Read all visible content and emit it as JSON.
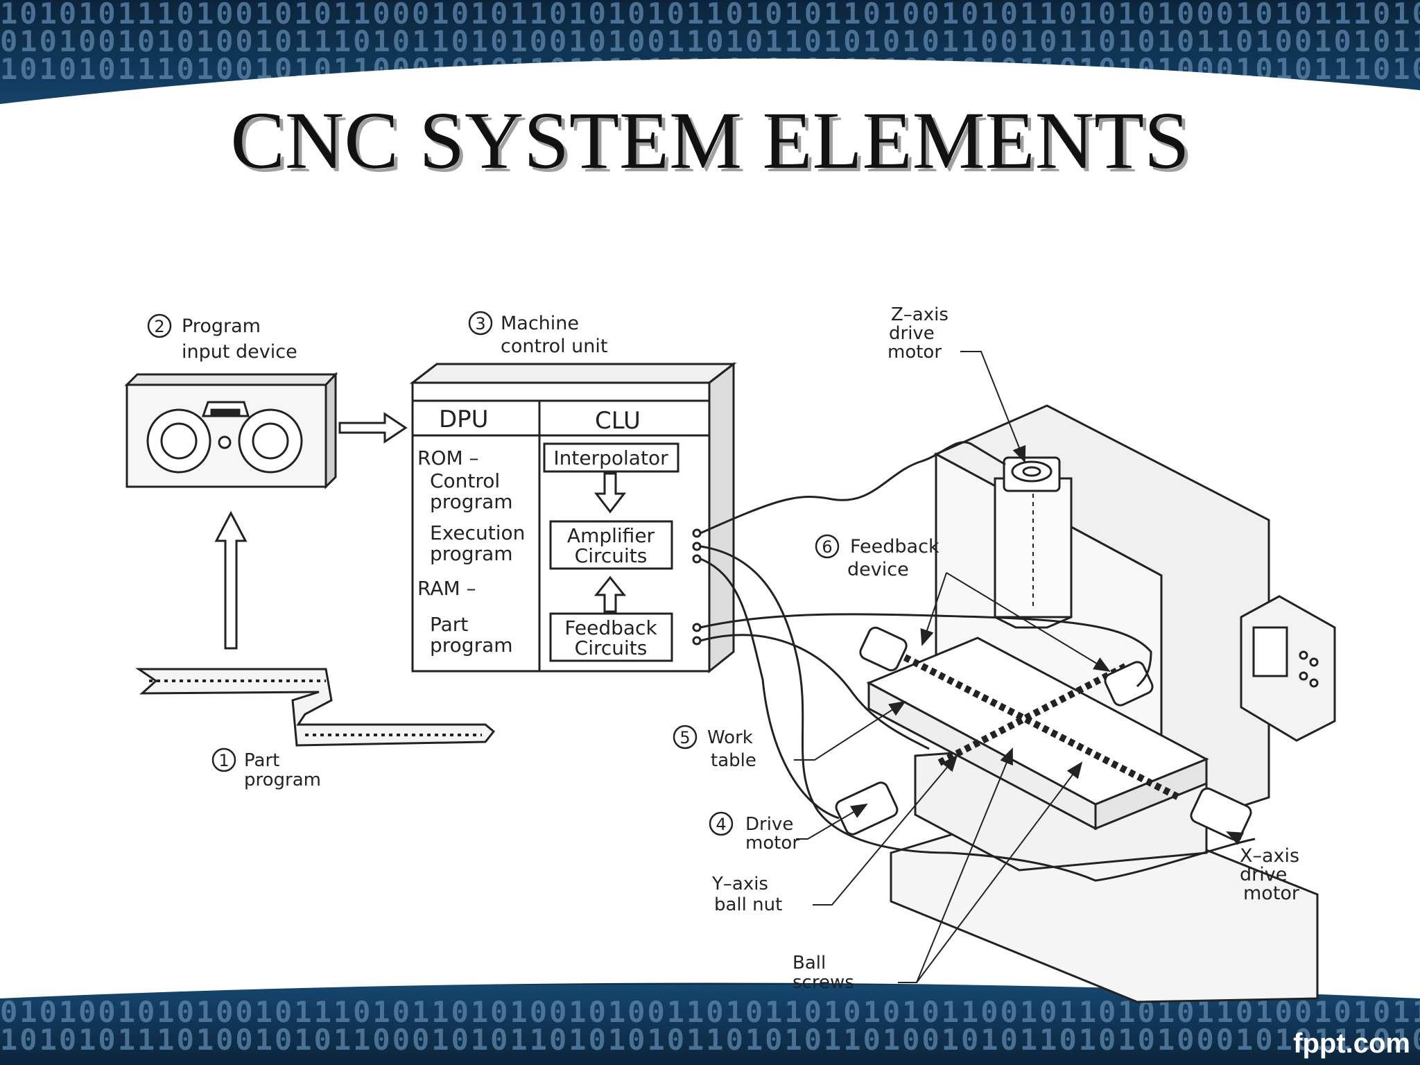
{
  "slide": {
    "title": "CNC SYSTEM ELEMENTS",
    "footer_brand": "fppt.com",
    "background_binary": "1010101110100101011000101011010101011010101101001010110101010001010111010110101",
    "background_binary_2": "0101001010100101110101101010010100110101101010101100101101010110100101011010101101"
  },
  "diagram": {
    "labels": {
      "part_program_num": "1",
      "part_program_1": "Part",
      "part_program_2": "program",
      "input_device_num": "2",
      "input_device_1": "Program",
      "input_device_2": "input device",
      "mcu_num": "3",
      "mcu_1": "Machine",
      "mcu_2": "control unit",
      "dpu": "DPU",
      "clu": "CLU",
      "rom": "ROM  –",
      "control_1": "Control",
      "control_2": "program",
      "execution_1": "Execution",
      "execution_2": "program",
      "ram": "RAM  –",
      "part_1": "Part",
      "part_2": "program",
      "interpolator": "Interpolator",
      "amplifier_1": "Amplifier",
      "amplifier_2": "Circuits",
      "feedback_c_1": "Feedback",
      "feedback_c_2": "Circuits",
      "z_axis_1": "Z–axis",
      "z_axis_2": "drive",
      "z_axis_3": "motor",
      "feedback_dev_num": "6",
      "feedback_dev_1": "Feedback",
      "feedback_dev_2": "device",
      "work_table_num": "5",
      "work_table_1": "Work",
      "work_table_2": "table",
      "drive_motor_num": "4",
      "drive_motor_1": "Drive",
      "drive_motor_2": "motor",
      "y_ball_nut_1": "Y–axis",
      "y_ball_nut_2": "ball nut",
      "ball_screws_1": "Ball",
      "ball_screws_2": "screws",
      "x_axis_1": "X–axis",
      "x_axis_2": "drive",
      "x_axis_3": "motor"
    }
  }
}
